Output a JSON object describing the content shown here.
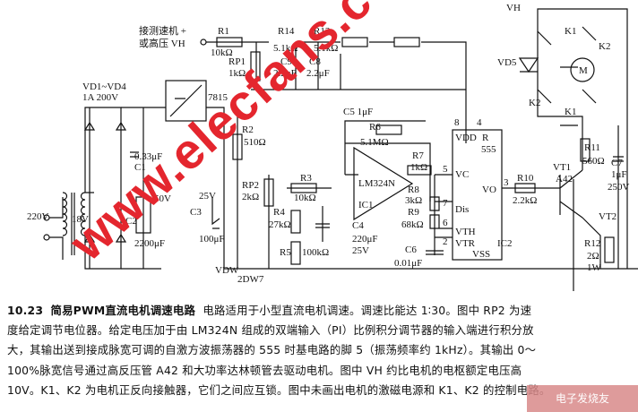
{
  "diagram": {
    "vh": "VH",
    "k1": "K1",
    "k2": "K2",
    "vd5": "VD5",
    "motor": "M",
    "input1": "接测速机 +",
    "input2": "或高压 VH",
    "r1": "R1",
    "r1v": "10kΩ",
    "r14": "R14",
    "r14v": "5.1kΩ",
    "r13": "R13",
    "r13v": "5.1kΩ",
    "rp1": "RP1",
    "rp1v": "1kΩ",
    "c9": "C9",
    "c9v": "2.2μF",
    "c8": "C8",
    "c8v": "2.2μF",
    "vd14": "VD1~VD4",
    "vd14v": "1A 200V",
    "reg": "7815",
    "c1": "C1",
    "c1v": "0.33μF",
    "c2": "C2",
    "c2v": "2200μF",
    "c2u": "50V",
    "ac": "220V",
    "ac2": "18V",
    "r2": "R2",
    "r2v": "510Ω",
    "c5": "C5 1μF",
    "r6": "R6",
    "r6v": "5.1MΩ",
    "rp2": "RP2",
    "rp2v": "2kΩ",
    "r3": "R3",
    "r3v": "10kΩ",
    "r4": "R4",
    "r4v": "27kΩ",
    "r5": "R5",
    "r5v": "100kΩ",
    "c3": "C3",
    "c3v": "100μF",
    "c3u": "25V",
    "vdw": "VDW",
    "vdwv": "2DW7",
    "opamp": "LM324N",
    "ic1": "IC1",
    "c4": "C4",
    "c4v": "220μF",
    "c4u": "25V",
    "r7": "R7",
    "r7v": "1kΩ",
    "r8": "R8",
    "r8v": "3kΩ",
    "r9": "R9",
    "r9v": "68kΩ",
    "c6": "C6",
    "c6v": "0.01μF",
    "ic555": "555",
    "vdd": "VDD",
    "rpin": "R",
    "vc": "VC",
    "dis": "Dis",
    "vth": "VTH",
    "vtr": "VTR",
    "vss": "VSS",
    "vo": "VO",
    "ic2": "IC2",
    "p8": "8",
    "p4": "4",
    "p5": "5",
    "p7": "7",
    "p6": "6",
    "p2": "2",
    "p3": "3",
    "r10": "R10",
    "r10v": "2.2kΩ",
    "vt1": "VT1",
    "vt1v": "A42",
    "vt2": "VT2",
    "r11": "R11",
    "r11v": "560Ω",
    "c7": "C7",
    "c7v": "1μF",
    "c7u": "250V",
    "r12": "R12",
    "r12v": "2Ω",
    "r12w": "1W"
  },
  "caption": {
    "number": "10.23",
    "title": "简易PWM直流电机调速电路",
    "lines": [
      "电路适用于小型直流电机调速。调速比能达 1∶30。图中 RP2 为速",
      "度给定调节电位器。给定电压加于由 LM324N 组成的双端输入（PI）比例积分调节器的输入端进行积分放",
      "大，其输出送到接成脉宽可调的自激方波振荡器的 555 时基电路的脚 5（振荡频率约 1kHz）。其输出 0～",
      "100%脉宽信号通过高反压管 A42 和大功率达林顿管去驱动电机。图中 VH 约比电机的电枢额定电压高",
      "10V。K1、K2 为电机正反向接触器，它们之间应互锁。图中未画出电机的激磁电源和 K1、K2 的控制电路。"
    ]
  },
  "watermark": "www.elecfans.com",
  "logo": "电子发烧友"
}
